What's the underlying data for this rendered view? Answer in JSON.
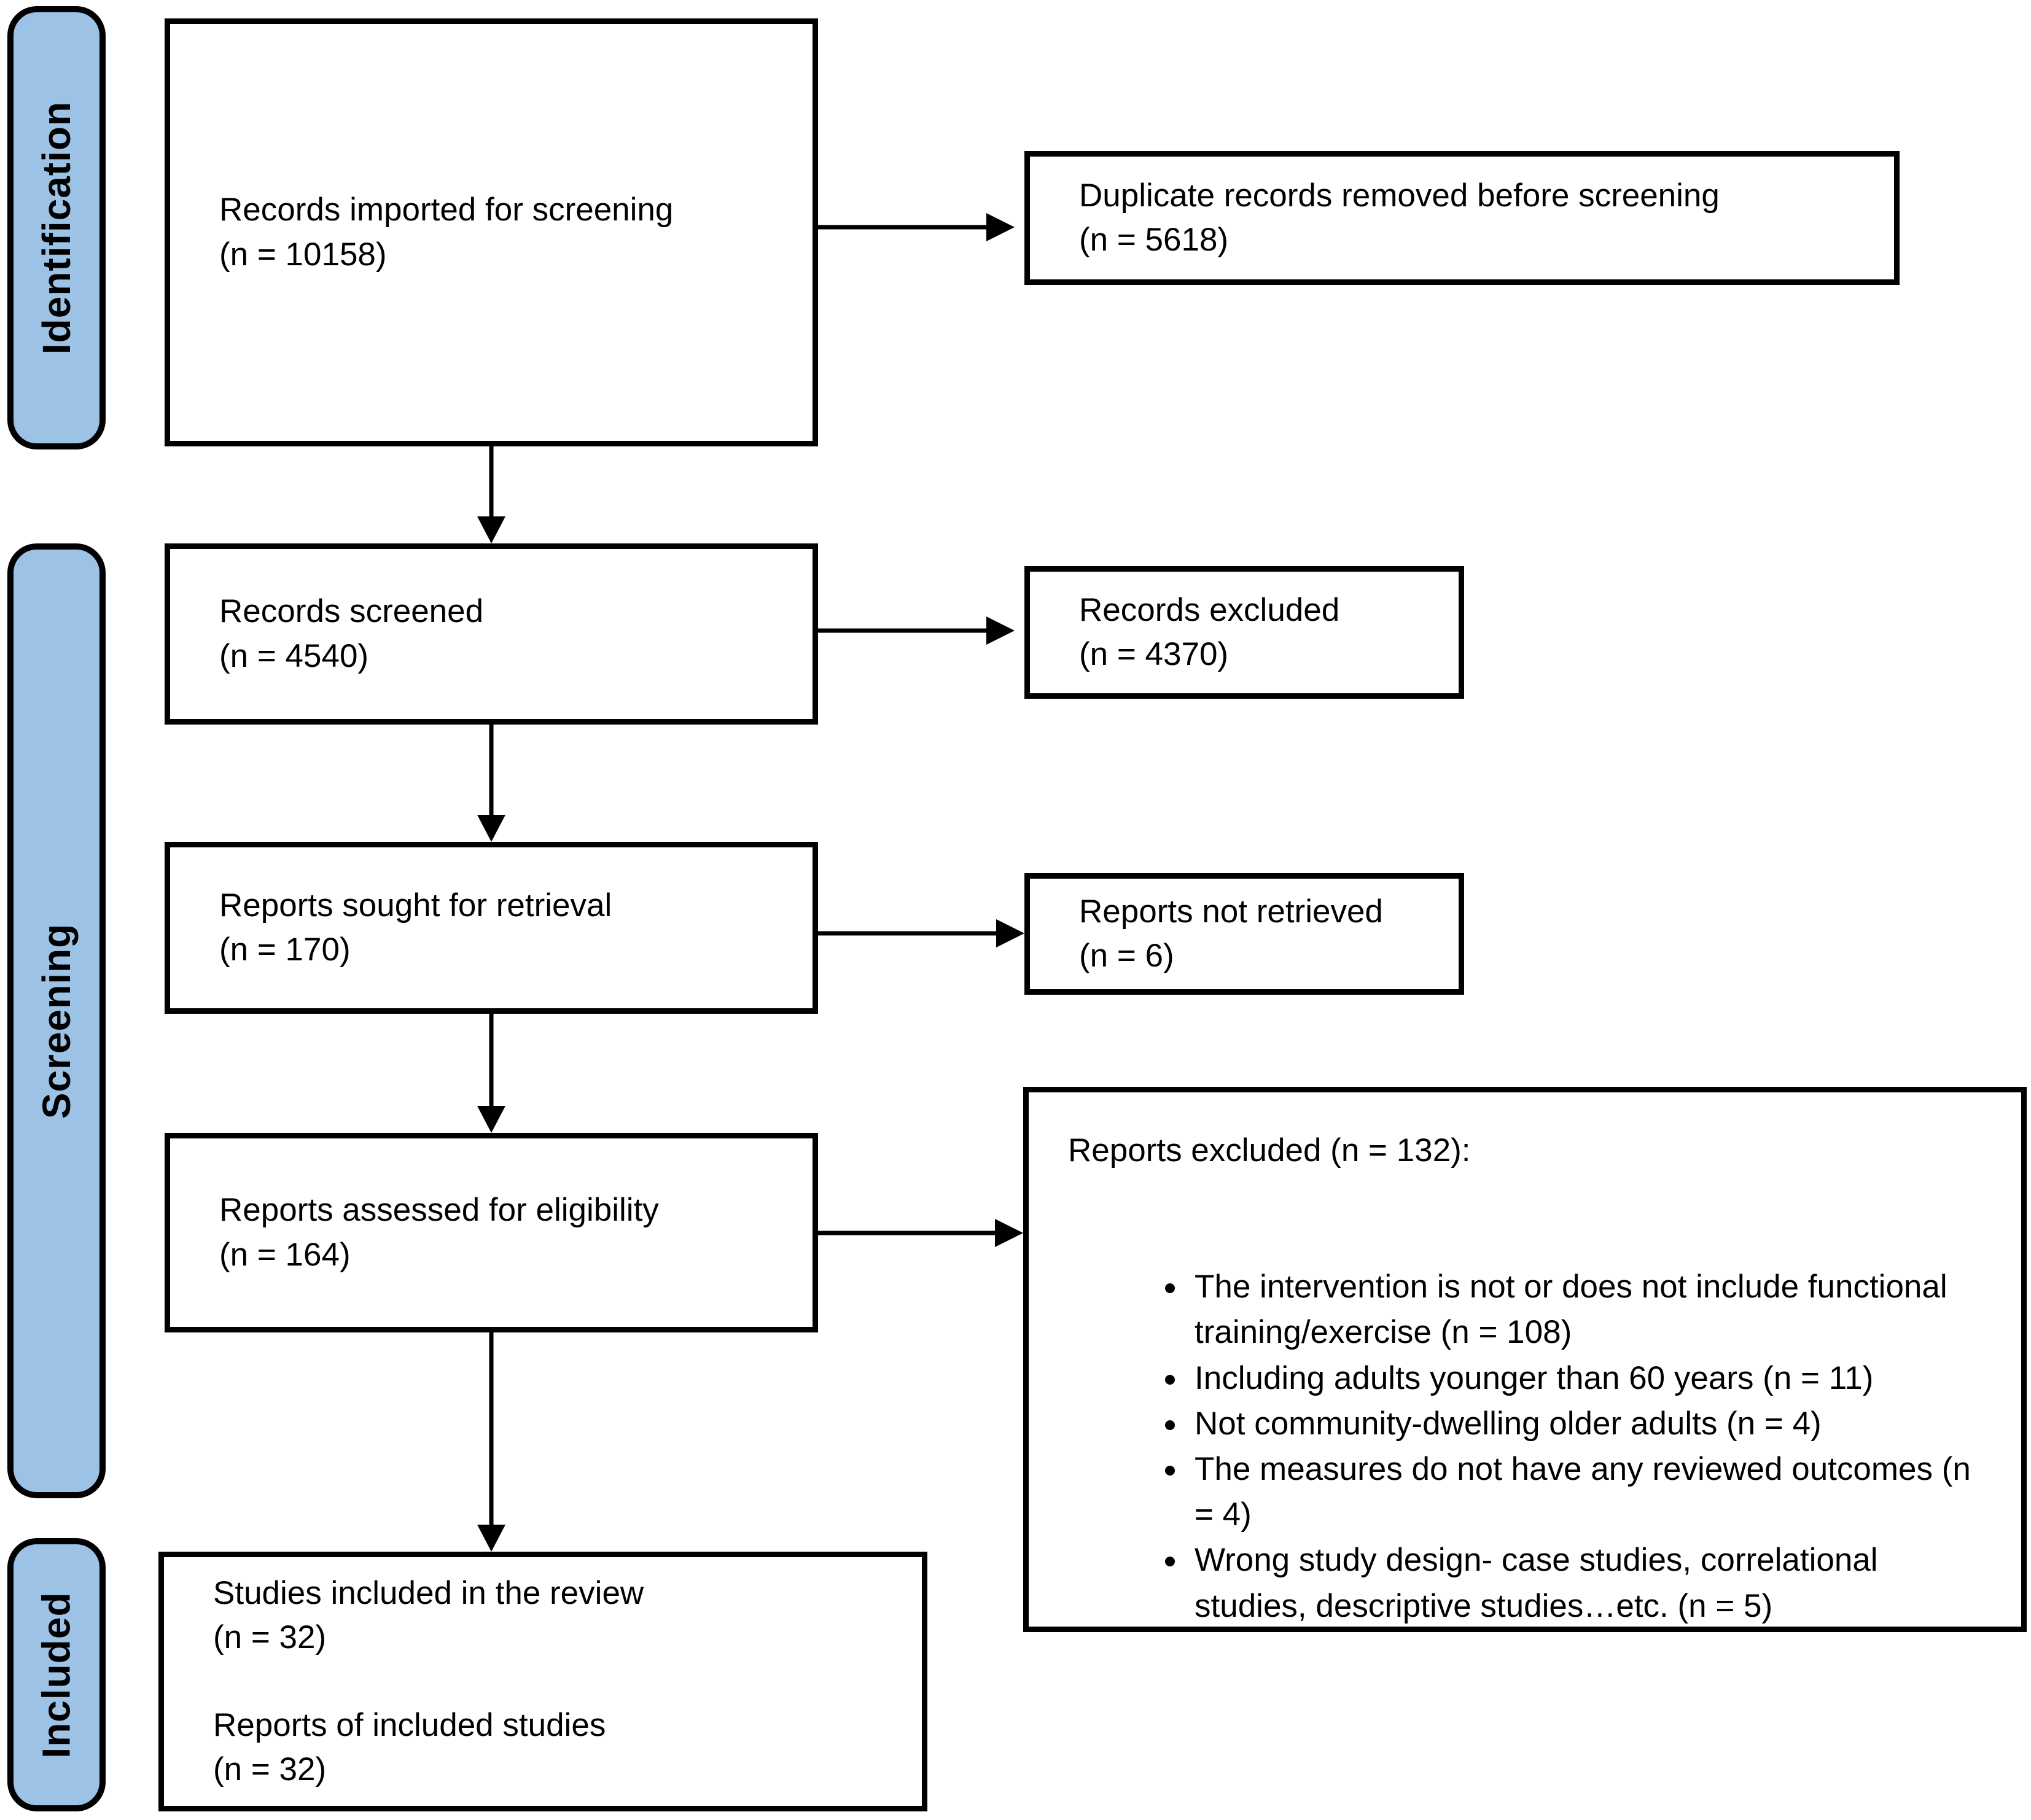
{
  "diagram": {
    "title": "PRISMA study selection flow diagram",
    "colors": {
      "stage_fill": "#9cc3e6",
      "box_border": "#000000",
      "background": "#ffffff"
    },
    "stages": [
      {
        "label": "Identification"
      },
      {
        "label": "Screening"
      },
      {
        "label": "Included"
      }
    ],
    "boxes": {
      "records_imported": {
        "lines": [
          "Records imported for screening",
          "(n = 10158)"
        ]
      },
      "duplicates_removed": {
        "lines": [
          "Duplicate records removed before screening",
          "(n = 5618)"
        ]
      },
      "records_screened": {
        "lines": [
          "Records screened",
          "(n = 4540)"
        ]
      },
      "records_excluded": {
        "lines": [
          "Records excluded",
          "(n = 4370)"
        ]
      },
      "reports_sought": {
        "lines": [
          "Reports sought for retrieval",
          "(n = 170)"
        ]
      },
      "reports_not_retrieved": {
        "lines": [
          "Reports not retrieved",
          "(n = 6)"
        ]
      },
      "reports_assessed": {
        "lines": [
          "Reports assessed for eligibility",
          "(n = 164)"
        ]
      },
      "reports_excluded": {
        "title": "Reports excluded (n = 132):",
        "bullets": [
          "The intervention is not or does not include functional training/exercise (n = 108)",
          "Including adults younger than 60 years (n = 11)",
          "Not community-dwelling older adults (n = 4)",
          "The measures do not have any reviewed outcomes (n = 4)",
          "Wrong study design- case studies, correlational studies, descriptive studies…etc. (n = 5)"
        ]
      },
      "studies_included": {
        "lines": [
          "Studies included in the review",
          "(n = 32)",
          "Reports of included studies",
          "(n = 32)"
        ]
      }
    }
  }
}
